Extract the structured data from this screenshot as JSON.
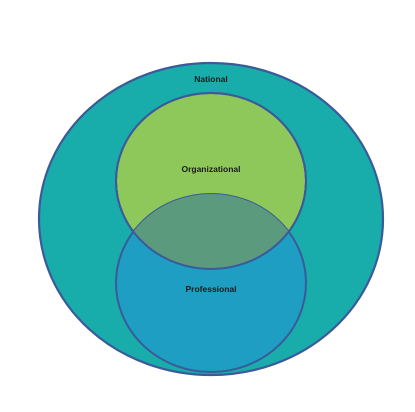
{
  "diagram": {
    "type": "nested-venn",
    "sets": [
      {
        "key": "national",
        "label": "National",
        "color": "#18ADAB"
      },
      {
        "key": "organizational",
        "label": "Organizational",
        "color": "#8FC85A"
      },
      {
        "key": "professional",
        "label": "Professional",
        "color": "#1E9EC2"
      }
    ],
    "relationships": {
      "organizational_within": "National",
      "professional_within": "National",
      "organizational_overlaps": "Professional"
    },
    "overlap_color": "#5C9A7E",
    "outline_color": "#3B5A9A"
  }
}
